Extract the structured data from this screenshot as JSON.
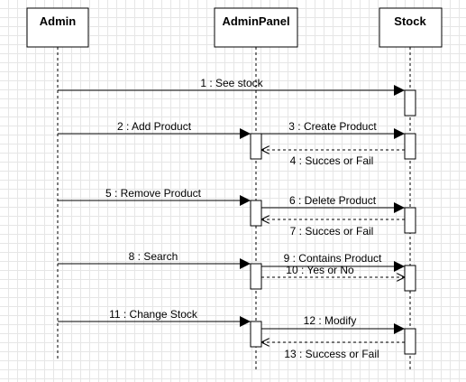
{
  "diagram": {
    "type": "sequence",
    "participants": [
      {
        "id": "admin",
        "label": "Admin"
      },
      {
        "id": "panel",
        "label": "AdminPanel"
      },
      {
        "id": "stock",
        "label": "Stock"
      }
    ],
    "messages": [
      {
        "label": "1 : See stock",
        "from": "admin",
        "to": "stock",
        "kind": "call"
      },
      {
        "label": "2 : Add Product",
        "from": "admin",
        "to": "panel",
        "kind": "call"
      },
      {
        "label": "3 : Create Product",
        "from": "panel",
        "to": "stock",
        "kind": "call"
      },
      {
        "label": "4 : Succes or Fail",
        "from": "stock",
        "to": "panel",
        "kind": "return"
      },
      {
        "label": "5 : Remove Product",
        "from": "admin",
        "to": "panel",
        "kind": "call"
      },
      {
        "label": "6 : Delete Product",
        "from": "panel",
        "to": "stock",
        "kind": "call"
      },
      {
        "label": "7 : Succes or Fail",
        "from": "stock",
        "to": "panel",
        "kind": "return"
      },
      {
        "label": "8 : Search",
        "from": "admin",
        "to": "panel",
        "kind": "call"
      },
      {
        "label": "9 : Contains Product",
        "from": "panel",
        "to": "stock",
        "kind": "call"
      },
      {
        "label": "10 : Yes or No",
        "from": "panel",
        "to": "stock",
        "kind": "async"
      },
      {
        "label": "11 : Change Stock",
        "from": "admin",
        "to": "panel",
        "kind": "call"
      },
      {
        "label": "12 : Modify",
        "from": "panel",
        "to": "stock",
        "kind": "call"
      },
      {
        "label": "13 : Success or Fail",
        "from": "stock",
        "to": "panel",
        "kind": "return"
      }
    ]
  }
}
